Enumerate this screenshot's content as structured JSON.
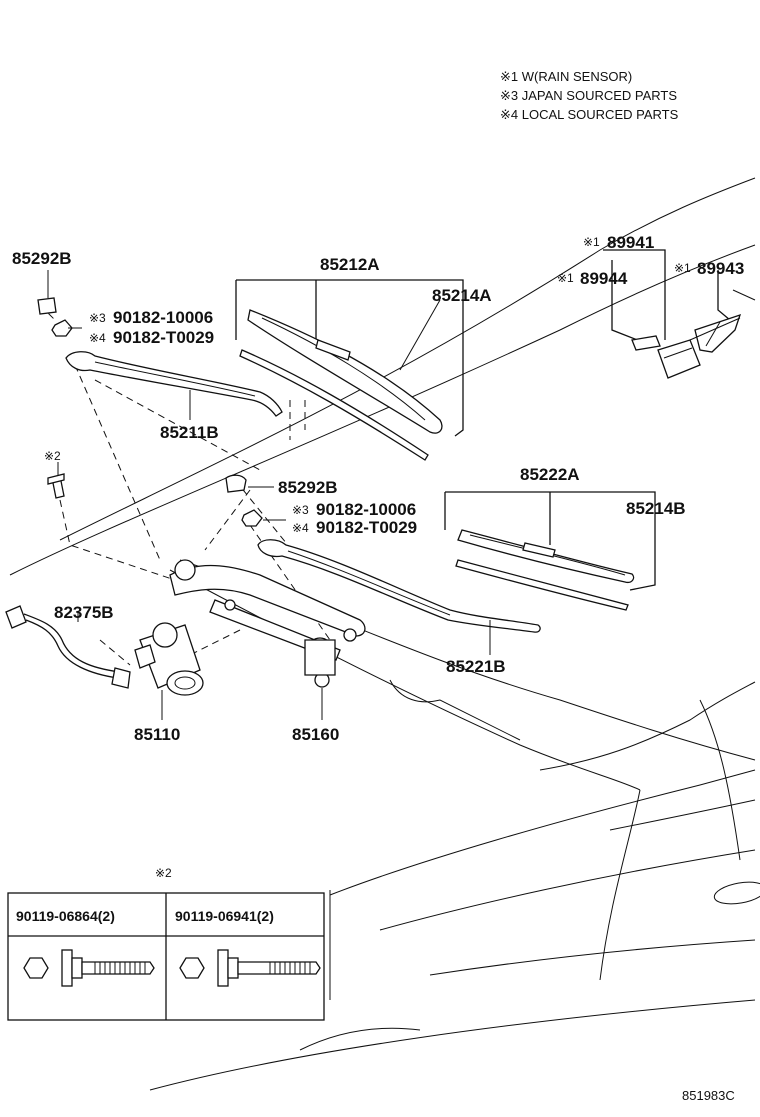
{
  "notes": {
    "n1": "※1 W(RAIN SENSOR)",
    "n3": "※3 JAPAN SOURCED PARTS",
    "n4": "※4 LOCAL SOURCED PARTS"
  },
  "labels": {
    "p85292B_a": "85292B",
    "p85212A": "85212A",
    "p85214A": "85214A",
    "p89941": "89941",
    "p89944": "89944",
    "p89943": "89943",
    "p90182_10006_a": "90182-10006",
    "p90182_T0029_a": "90182-T0029",
    "p85211B": "85211B",
    "p85292B_b": "85292B",
    "p90182_10006_b": "90182-10006",
    "p90182_T0029_b": "90182-T0029",
    "p85222A": "85222A",
    "p85214B": "85214B",
    "p82375B": "82375B",
    "p85221B": "85221B",
    "p85110": "85110",
    "p85160": "85160",
    "figure_code": "851983C"
  },
  "marks": {
    "m1_a": "※1",
    "m1_b": "※1",
    "m1_c": "※1",
    "m3_a": "※3",
    "m4_a": "※4",
    "m3_b": "※3",
    "m4_b": "※4",
    "m2_a": "※2",
    "m2_b": "※2"
  },
  "bolt_table": {
    "col1": "90119-06864(2)",
    "col2": "90119-06941(2)"
  }
}
